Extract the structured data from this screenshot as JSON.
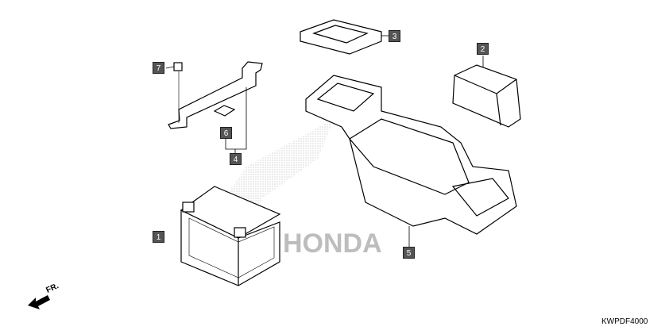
{
  "diagram": {
    "watermark": "HONDA",
    "direction_label": "FR.",
    "diagram_code": "KWPDF4000",
    "callouts": [
      {
        "id": "1",
        "part": "battery"
      },
      {
        "id": "2",
        "part": "battery-terminal-cover"
      },
      {
        "id": "3",
        "part": "box-cover"
      },
      {
        "id": "4",
        "part": "battery-band"
      },
      {
        "id": "5",
        "part": "battery-box"
      },
      {
        "id": "6",
        "part": "rubber-pad"
      },
      {
        "id": "7",
        "part": "bolt"
      }
    ]
  }
}
